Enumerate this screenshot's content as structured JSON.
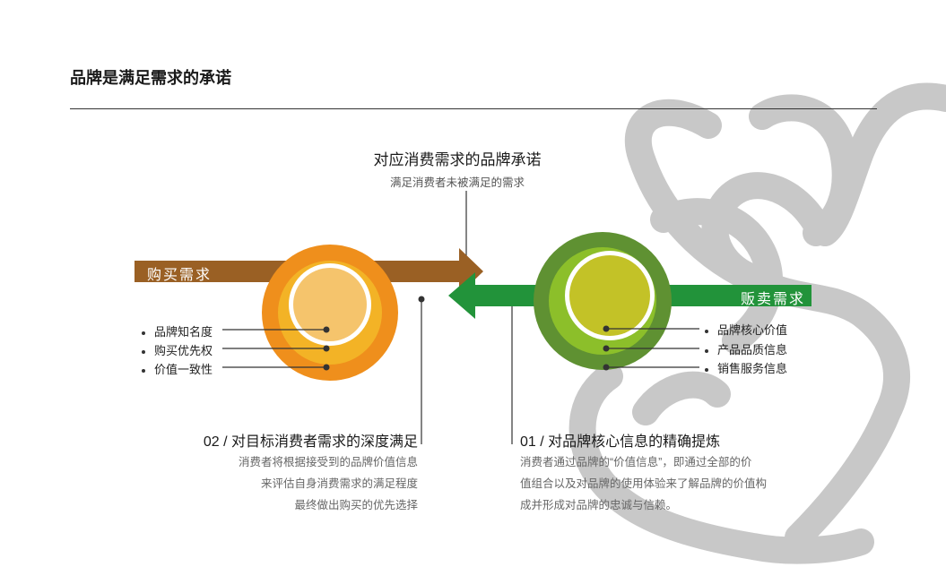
{
  "title": "品牌是满足需求的承诺",
  "colors": {
    "brown": "#9a6024",
    "green": "#22933a",
    "orange_outer": "#ef8f1c",
    "orange_mid": "#f3b326",
    "orange_inner": "#f5c46c",
    "green_outer": "#5f9132",
    "green_mid": "#8cbf2a",
    "green_inner": "#c3c227",
    "hand_gray": "#c8c8c8"
  },
  "center": {
    "title": "对应消费需求的品牌承诺",
    "subtitle": "满足消费者未被满足的需求"
  },
  "left": {
    "bar_label": "购买需求",
    "items": [
      "品牌知名度",
      "购买优先权",
      "价值一致性"
    ],
    "section_title": "02 / 对目标消费者需求的深度满足",
    "section_lines": [
      "消费者将根据接受到的品牌价值信息",
      "来评估自身消费需求的满足程度",
      "最终做出购买的优先选择"
    ]
  },
  "right": {
    "bar_label": "贩卖需求",
    "items": [
      "品牌核心价值",
      "产品品质信息",
      "销售服务信息"
    ],
    "section_title": "01 / 对品牌核心信息的精确提炼",
    "section_lines": [
      "消费者通过品牌的“价值信息”，即通过全部的价",
      "值组合以及对品牌的使用体验来了解品牌的价值构",
      "成并形成对品牌的忠诚与信赖。"
    ]
  }
}
